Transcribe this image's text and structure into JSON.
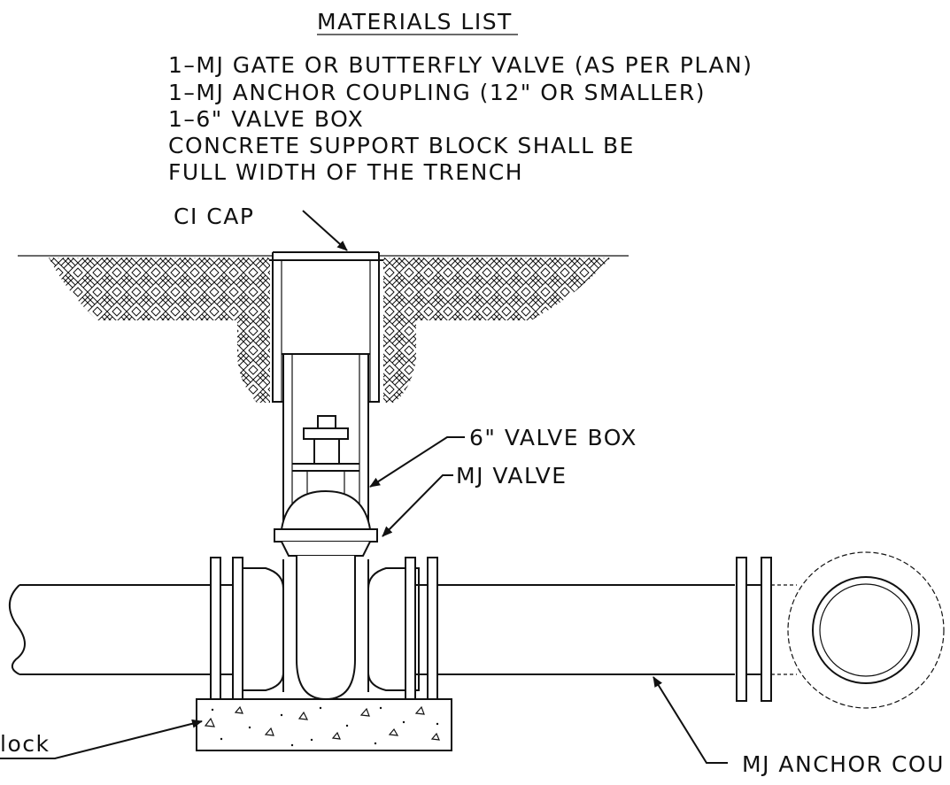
{
  "materials": {
    "title": "MATERIALS LIST",
    "items": [
      "1–MJ GATE OR BUTTERFLY VALVE (AS PER PLAN)",
      "1–MJ ANCHOR COUPLING (12\" OR SMALLER)",
      "1–6\" VALVE BOX",
      "CONCRETE SUPPORT BLOCK SHALL BE",
      "FULL WIDTH OF THE TRENCH"
    ]
  },
  "callouts": {
    "ci_cap": "CI CAP",
    "valve_box": "6\" VALVE BOX",
    "mj_valve": "MJ VALVE",
    "block": "lock",
    "anchor_coupling": "MJ ANCHOR COU"
  }
}
